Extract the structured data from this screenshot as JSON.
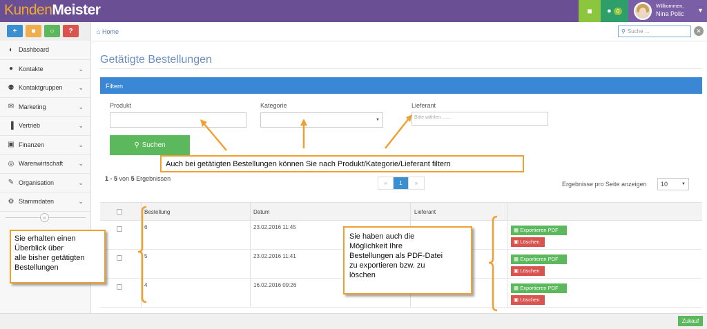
{
  "app": {
    "logo_part1": "Kunden",
    "logo_part2": "Meister",
    "messages_count": "0",
    "user_greeting": "Willkommen,",
    "user_name": "Nina Polic"
  },
  "quick_buttons": [
    {
      "label": "+",
      "color": "#3a8fd0"
    },
    {
      "label": "💬",
      "color": "#f0ad4e"
    },
    {
      "label": "🔍",
      "color": "#5cb85c"
    },
    {
      "label": "?",
      "color": "#d9534f"
    }
  ],
  "sidebar": {
    "items": [
      {
        "label": "Dashboard",
        "icon": "dashboard-icon",
        "glyph": "◐"
      },
      {
        "label": "Kontakte",
        "icon": "user-icon",
        "glyph": "●"
      },
      {
        "label": "Kontaktgruppen",
        "icon": "users-icon",
        "glyph": "⚉"
      },
      {
        "label": "Marketing",
        "icon": "envelope-icon",
        "glyph": "✉"
      },
      {
        "label": "Vertrieb",
        "icon": "bar-chart-icon",
        "glyph": "▐"
      },
      {
        "label": "Finanzen",
        "icon": "money-icon",
        "glyph": "▣"
      },
      {
        "label": "Warenwirtschaft",
        "icon": "globe-icon",
        "glyph": "◎"
      },
      {
        "label": "Organisation",
        "icon": "edit-icon",
        "glyph": "✎"
      },
      {
        "label": "Stammdaten",
        "icon": "cogs-icon",
        "glyph": "⚙"
      }
    ],
    "collapse_label": "«"
  },
  "breadcrumb": {
    "home_label": "Home"
  },
  "search": {
    "placeholder": "Suche ..."
  },
  "page_title": "Getätigte Bestellungen",
  "filter": {
    "heading": "Filtern",
    "produkt_label": "Produkt",
    "kategorie_label": "Kategorie",
    "lieferant_label": "Lieferant",
    "lieferant_placeholder": "Bitte wählen ......",
    "search_button": "Suchen"
  },
  "results": {
    "range": "1 - 5",
    "of": "von",
    "total": "5",
    "suffix": "Ergebnissen"
  },
  "pagination": {
    "prev": "«",
    "current": "1",
    "next": "»"
  },
  "per_page": {
    "label": "Ergebnisse pro Seite anzeigen",
    "value": "10"
  },
  "table": {
    "columns": [
      "Bestellung",
      "Datum",
      "Lieferant"
    ],
    "rows": [
      {
        "id": "6",
        "date": "23.02.2016 11:45",
        "supplier": ""
      },
      {
        "id": "5",
        "date": "23.02.2016 11:41",
        "supplier": ""
      },
      {
        "id": "4",
        "date": "16.02.2016 09:26",
        "supplier": ""
      }
    ],
    "export_label": "Exportieren PDF",
    "delete_label": "Löschen"
  },
  "footer": {
    "buy_label": "Zukauf"
  },
  "annotations": {
    "filter_note": "Auch bei getätigten Bestellungen können Sie nach Produkt/Kategorie/Lieferant filtern",
    "overview_note": [
      "Sie erhalten einen",
      "Überblick über",
      "alle bisher getätigten",
      "Bestellungen"
    ],
    "pdf_note": [
      "Sie haben auch die",
      "Möglichkeit Ihre",
      "Bestellungen  als PDF-Datei",
      "zu exportieren bzw. zu",
      "löschen"
    ]
  },
  "colors": {
    "topbar": "#6b4f95",
    "accent_blue": "#3a87d6",
    "success_green": "#5cb85c",
    "danger_red": "#d9534f",
    "callout_border": "#f0a030"
  }
}
